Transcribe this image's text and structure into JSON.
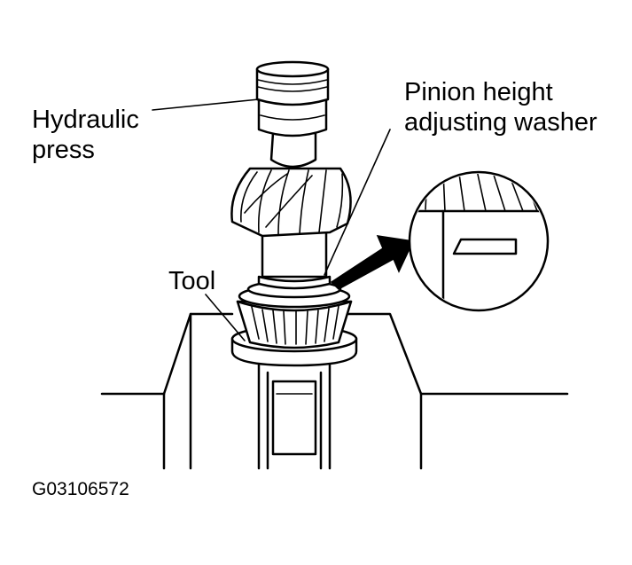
{
  "labels": {
    "hydraulic_press": [
      "Hydraulic",
      "press"
    ],
    "washer": [
      "Pinion height",
      "adjusting washer"
    ],
    "tool": "Tool",
    "figure_code": "G03106572"
  }
}
